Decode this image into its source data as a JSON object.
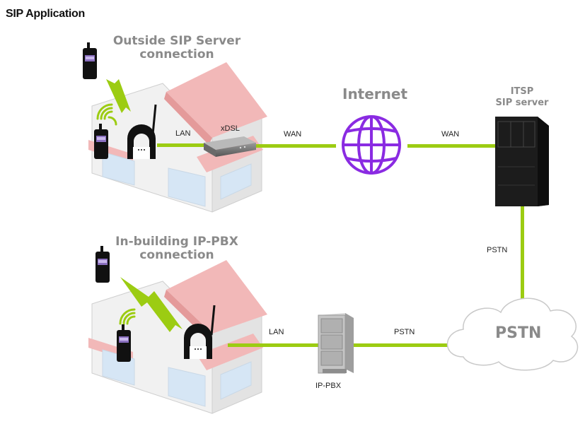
{
  "page": {
    "title": "SIP Application"
  },
  "diagram": {
    "headings": {
      "outside_line1": "Outside SIP Server",
      "outside_line2": "connection",
      "inbuilding_line1": "In-building IP-PBX",
      "inbuilding_line2": "connection"
    },
    "nodes": {
      "internet": "Internet",
      "itsp_line1": "ITSP",
      "itsp_line2": "SIP server",
      "pstn_cloud": "PSTN",
      "ippbx": "IP-PBX"
    },
    "links": {
      "top_lan": "LAN",
      "xdsl": "xDSL",
      "wan_left": "WAN",
      "wan_right": "WAN",
      "pstn_vertical": "PSTN",
      "bottom_lan": "LAN",
      "bottom_pstn": "PSTN"
    },
    "colors": {
      "link": "#9ccc12",
      "roof": "#f2b8b8",
      "wall": "#f1f1f1",
      "window": "#d6e6f5",
      "globe": "#8a2be2",
      "server": "#1c1c1c"
    },
    "icons": [
      "phone-icon",
      "wifi-signal-icon",
      "lightning-icon",
      "sip-adapter-icon",
      "xdsl-modem-icon",
      "globe-icon",
      "server-rack-icon",
      "cloud-icon"
    ]
  }
}
